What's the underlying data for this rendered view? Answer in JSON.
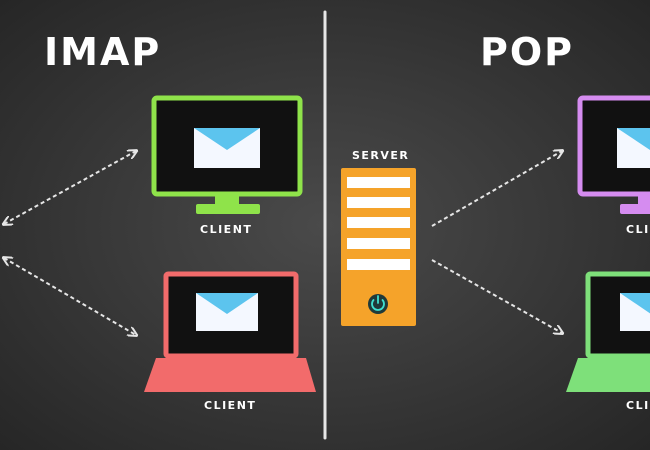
{
  "imap": {
    "title": "IMAP",
    "desktop_client_label": "CLIENT",
    "laptop_client_label": "CLIENT"
  },
  "server": {
    "label": "SERVER"
  },
  "pop": {
    "title": "POP",
    "desktop_client_label": "CLI",
    "laptop_client_label": "CLI"
  },
  "colors": {
    "background": "#3a3a3a",
    "divider": "#e6e6e6",
    "arrow": "#e6e6e6",
    "imap_desktop": "#8fe34a",
    "imap_laptop": "#f26b6b",
    "server": "#f5a32a",
    "server_slot": "#ffffff",
    "power_button": "#1f3a3a",
    "power_glow": "#3fe0d0",
    "pop_desktop": "#d58cf0",
    "pop_laptop": "#7ee07a",
    "screen_fill": "#111111",
    "envelope_body": "#f4f8ff",
    "envelope_flap": "#5cc4ee"
  }
}
